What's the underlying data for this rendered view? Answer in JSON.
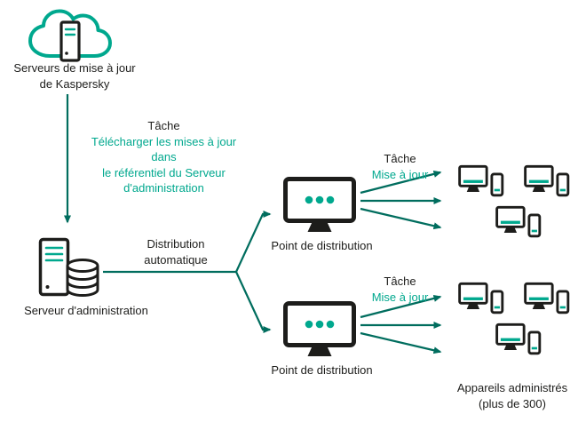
{
  "colors": {
    "teal_accent": "#00A88E",
    "dark_text": "#1D1D1B",
    "arrow_green": "#006D5E"
  },
  "nodes": {
    "update_servers": {
      "line1": "Serveurs de mise à jour",
      "line2": "de Kaspersky",
      "icon": "cloud-server-icon"
    },
    "admin_server": {
      "label": "Serveur d'administration",
      "icon": "server-database-icon"
    },
    "distribution_point_1": {
      "label": "Point de distribution",
      "icon": "monitor-icon"
    },
    "distribution_point_2": {
      "label": "Point de distribution",
      "icon": "monitor-icon"
    },
    "managed_devices": {
      "line1": "Appareils administrés",
      "line2": "(plus de 300)",
      "icon": "desktop-and-phone-icon",
      "device_group_count": 6
    }
  },
  "annotations": {
    "download_task": {
      "title": "Tâche",
      "lines": [
        "Télécharger les mises à jour",
        "dans",
        "le référentiel du Serveur",
        "d'administration"
      ]
    },
    "auto_distribution": {
      "line1": "Distribution",
      "line2": "automatique"
    },
    "update_task_1": {
      "title": "Tâche",
      "subtitle": "Mise à jour"
    },
    "update_task_2": {
      "title": "Tâche",
      "subtitle": "Mise à jour"
    }
  }
}
